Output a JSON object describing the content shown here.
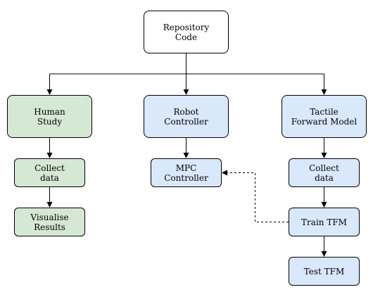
{
  "colors": {
    "white": "#ffffff",
    "green": "#d5e8d4",
    "blue": "#dae8fc",
    "stroke": "#000000"
  },
  "nodes": {
    "repository_code": "Repository\nCode",
    "human_study": "Human\nStudy",
    "robot_controller": "Robot\nController",
    "tactile_forward_model": "Tactile\nForward Model",
    "collect_data_human": "Collect\ndata",
    "visualise_results": "Visualise\nResults",
    "mpc_controller": "MPC\nController",
    "collect_data_tactile": "Collect\ndata",
    "train_tfm": "Train TFM",
    "test_tfm": "Test TFM"
  }
}
